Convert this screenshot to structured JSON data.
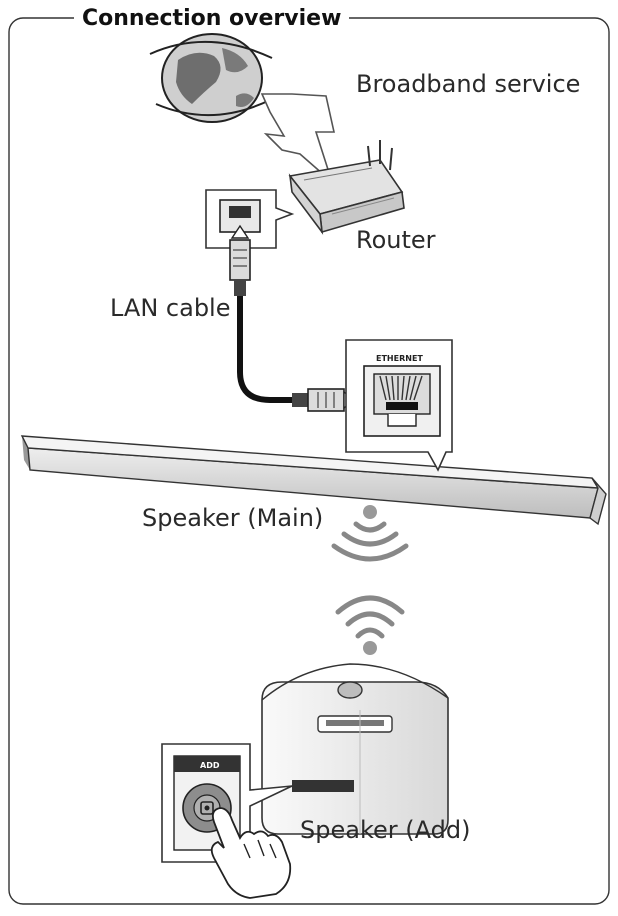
{
  "title": "Connection overview",
  "labels": {
    "broadband": "Broadband service",
    "router": "Router",
    "lan_cable": "LAN cable",
    "speaker_main": "Speaker (Main)",
    "speaker_add": "Speaker (Add)",
    "ethernet_port": "ETHERNET",
    "add_button": "ADD"
  },
  "icons": [
    "globe-icon",
    "router-icon",
    "lan-cable-icon",
    "ethernet-port-icon",
    "wifi-signal-icon",
    "hand-pointer-icon",
    "add-button-icon"
  ]
}
